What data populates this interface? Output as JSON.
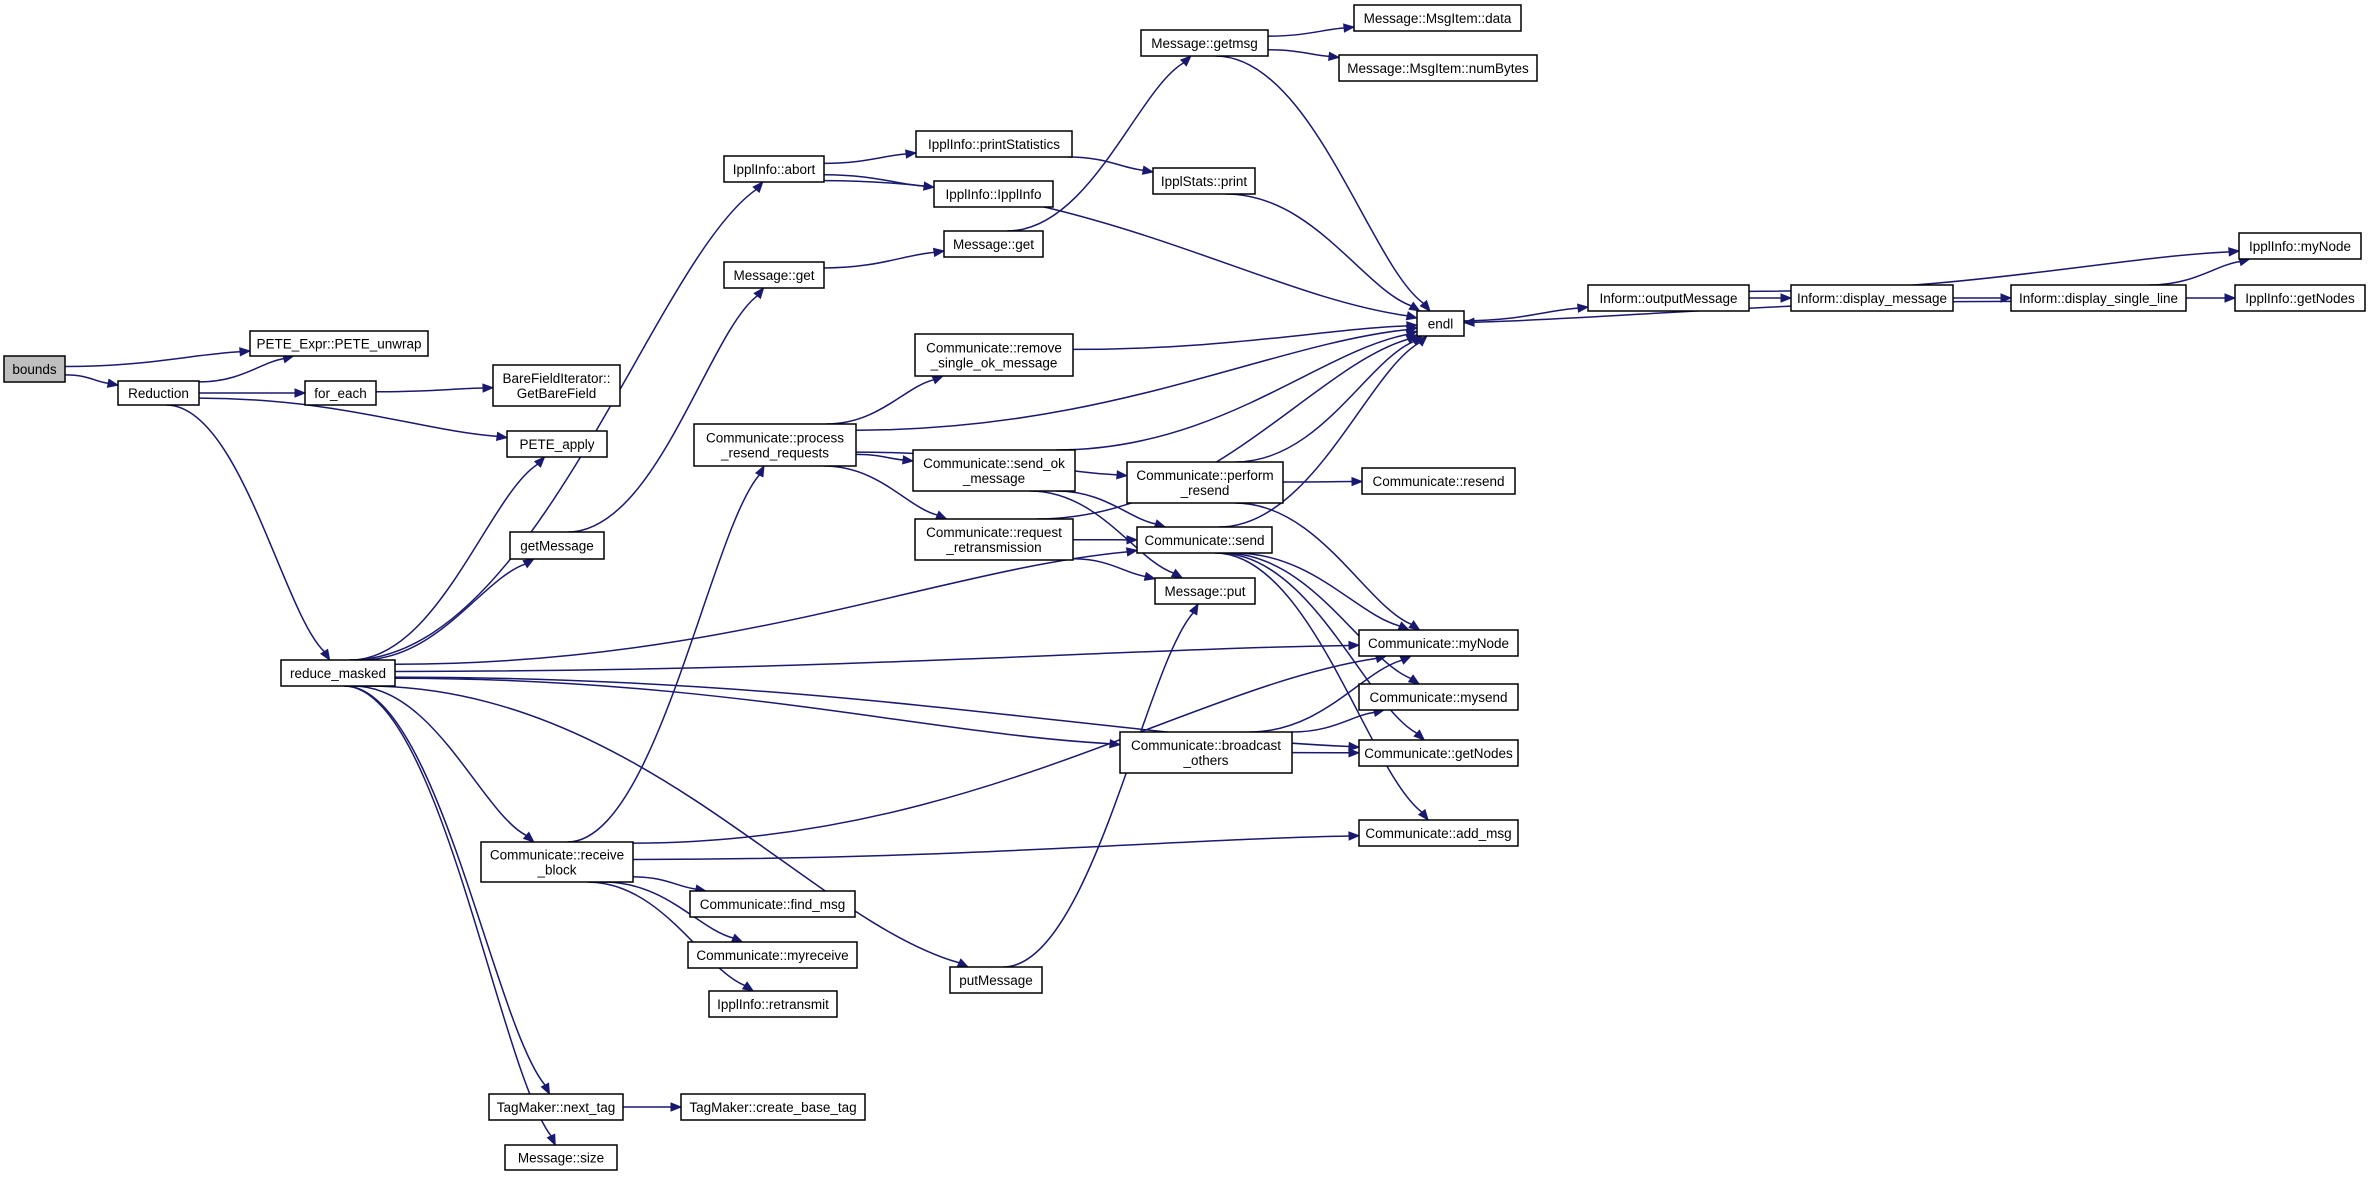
{
  "colors": {
    "edge": "#191970",
    "node_border": "#000000",
    "root_fill": "#bfbfbf",
    "node_fill": "#ffffff"
  },
  "nodes": [
    {
      "id": "bounds",
      "lines": [
        "bounds"
      ],
      "root": true
    },
    {
      "id": "pete_unwrap",
      "lines": [
        "PETE_Expr::PETE_unwrap"
      ]
    },
    {
      "id": "reduction",
      "lines": [
        "Reduction"
      ]
    },
    {
      "id": "for_each",
      "lines": [
        "for_each"
      ]
    },
    {
      "id": "getbarefield",
      "lines": [
        "BareFieldIterator::",
        "GetBareField"
      ]
    },
    {
      "id": "pete_apply",
      "lines": [
        "PETE_apply"
      ]
    },
    {
      "id": "reduce_masked",
      "lines": [
        "reduce_masked"
      ]
    },
    {
      "id": "getmessage",
      "lines": [
        "getMessage"
      ]
    },
    {
      "id": "ippl_abort",
      "lines": [
        "IpplInfo::abort"
      ]
    },
    {
      "id": "message_get",
      "lines": [
        "Message::get"
      ]
    },
    {
      "id": "process_resend",
      "lines": [
        "Communicate::process",
        "_resend_requests"
      ]
    },
    {
      "id": "receive_block",
      "lines": [
        "Communicate::receive",
        "_block"
      ]
    },
    {
      "id": "find_msg",
      "lines": [
        "Communicate::find_msg"
      ]
    },
    {
      "id": "myreceive",
      "lines": [
        "Communicate::myreceive"
      ]
    },
    {
      "id": "retransmit",
      "lines": [
        "IpplInfo::retransmit"
      ]
    },
    {
      "id": "putmessage",
      "lines": [
        "putMessage"
      ]
    },
    {
      "id": "next_tag",
      "lines": [
        "TagMaker::next_tag"
      ]
    },
    {
      "id": "create_base_tag",
      "lines": [
        "TagMaker::create_base_tag"
      ]
    },
    {
      "id": "message_size",
      "lines": [
        "Message::size"
      ]
    },
    {
      "id": "print_statistics",
      "lines": [
        "IpplInfo::printStatistics"
      ]
    },
    {
      "id": "ipplinfo_ctor",
      "lines": [
        "IpplInfo::IpplInfo"
      ]
    },
    {
      "id": "message_get2",
      "lines": [
        "Message::get"
      ]
    },
    {
      "id": "remove_single_ok",
      "lines": [
        "Communicate::remove",
        "_single_ok_message"
      ]
    },
    {
      "id": "send_ok",
      "lines": [
        "Communicate::send_ok",
        "_message"
      ]
    },
    {
      "id": "request_retrans",
      "lines": [
        "Communicate::request",
        "_retransmission"
      ]
    },
    {
      "id": "getmsg",
      "lines": [
        "Message::getmsg"
      ]
    },
    {
      "id": "msgitem_data",
      "lines": [
        "Message::MsgItem::data"
      ]
    },
    {
      "id": "msgitem_numbytes",
      "lines": [
        "Message::MsgItem::numBytes"
      ]
    },
    {
      "id": "ipplstats_print",
      "lines": [
        "IpplStats::print"
      ]
    },
    {
      "id": "perform_resend",
      "lines": [
        "Communicate::perform",
        "_resend"
      ]
    },
    {
      "id": "comm_send",
      "lines": [
        "Communicate::send"
      ]
    },
    {
      "id": "message_put",
      "lines": [
        "Message::put"
      ]
    },
    {
      "id": "broadcast_others",
      "lines": [
        "Communicate::broadcast",
        "_others"
      ]
    },
    {
      "id": "endl",
      "lines": [
        "endl"
      ]
    },
    {
      "id": "comm_resend",
      "lines": [
        "Communicate::resend"
      ]
    },
    {
      "id": "comm_mynode",
      "lines": [
        "Communicate::myNode"
      ]
    },
    {
      "id": "comm_mysend",
      "lines": [
        "Communicate::mysend"
      ]
    },
    {
      "id": "comm_getnodes",
      "lines": [
        "Communicate::getNodes"
      ]
    },
    {
      "id": "comm_add_msg",
      "lines": [
        "Communicate::add_msg"
      ]
    },
    {
      "id": "output_message",
      "lines": [
        "Inform::outputMessage"
      ]
    },
    {
      "id": "display_message",
      "lines": [
        "Inform::display_message"
      ]
    },
    {
      "id": "display_single_line",
      "lines": [
        "Inform::display_single_line"
      ]
    },
    {
      "id": "ippl_mynode",
      "lines": [
        "IpplInfo::myNode"
      ]
    },
    {
      "id": "ippl_getnodes",
      "lines": [
        "IpplInfo::getNodes"
      ]
    }
  ],
  "edges": [
    [
      "bounds",
      "pete_unwrap"
    ],
    [
      "bounds",
      "reduction"
    ],
    [
      "reduction",
      "pete_unwrap"
    ],
    [
      "reduction",
      "for_each"
    ],
    [
      "reduction",
      "pete_apply"
    ],
    [
      "reduction",
      "reduce_masked"
    ],
    [
      "for_each",
      "getbarefield"
    ],
    [
      "reduce_masked",
      "pete_apply"
    ],
    [
      "reduce_masked",
      "getmessage"
    ],
    [
      "reduce_masked",
      "ippl_abort"
    ],
    [
      "reduce_masked",
      "comm_send"
    ],
    [
      "reduce_masked",
      "comm_mynode"
    ],
    [
      "reduce_masked",
      "broadcast_others"
    ],
    [
      "reduce_masked",
      "comm_getnodes"
    ],
    [
      "reduce_masked",
      "receive_block"
    ],
    [
      "reduce_masked",
      "putmessage"
    ],
    [
      "reduce_masked",
      "next_tag"
    ],
    [
      "reduce_masked",
      "message_size"
    ],
    [
      "getmessage",
      "message_get"
    ],
    [
      "ippl_abort",
      "print_statistics"
    ],
    [
      "ippl_abort",
      "ipplinfo_ctor"
    ],
    [
      "ippl_abort",
      "endl"
    ],
    [
      "message_get",
      "message_get2"
    ],
    [
      "message_get2",
      "getmsg"
    ],
    [
      "getmsg",
      "msgitem_data"
    ],
    [
      "getmsg",
      "msgitem_numbytes"
    ],
    [
      "getmsg",
      "endl"
    ],
    [
      "print_statistics",
      "ipplstats_print"
    ],
    [
      "ipplstats_print",
      "endl"
    ],
    [
      "process_resend",
      "endl"
    ],
    [
      "process_resend",
      "remove_single_ok"
    ],
    [
      "process_resend",
      "send_ok"
    ],
    [
      "process_resend",
      "perform_resend"
    ],
    [
      "process_resend",
      "request_retrans"
    ],
    [
      "remove_single_ok",
      "endl"
    ],
    [
      "send_ok",
      "endl"
    ],
    [
      "send_ok",
      "comm_send"
    ],
    [
      "send_ok",
      "message_put"
    ],
    [
      "request_retrans",
      "endl"
    ],
    [
      "request_retrans",
      "comm_send"
    ],
    [
      "request_retrans",
      "message_put"
    ],
    [
      "perform_resend",
      "endl"
    ],
    [
      "perform_resend",
      "comm_resend"
    ],
    [
      "perform_resend",
      "comm_mynode"
    ],
    [
      "comm_send",
      "endl"
    ],
    [
      "comm_send",
      "comm_mynode"
    ],
    [
      "comm_send",
      "comm_mysend"
    ],
    [
      "comm_send",
      "comm_getnodes"
    ],
    [
      "comm_send",
      "comm_add_msg"
    ],
    [
      "broadcast_others",
      "comm_mynode"
    ],
    [
      "broadcast_others",
      "comm_mysend"
    ],
    [
      "broadcast_others",
      "comm_getnodes"
    ],
    [
      "receive_block",
      "process_resend"
    ],
    [
      "receive_block",
      "comm_mynode"
    ],
    [
      "receive_block",
      "comm_add_msg"
    ],
    [
      "receive_block",
      "find_msg"
    ],
    [
      "receive_block",
      "myreceive"
    ],
    [
      "receive_block",
      "retransmit"
    ],
    [
      "putmessage",
      "message_put"
    ],
    [
      "next_tag",
      "create_base_tag"
    ],
    [
      "endl",
      "output_message"
    ],
    [
      "output_message",
      "display_message"
    ],
    [
      "output_message",
      "ippl_mynode"
    ],
    [
      "display_message",
      "display_single_line"
    ],
    [
      "display_single_line",
      "ippl_mynode"
    ],
    [
      "display_single_line",
      "ippl_getnodes"
    ],
    [
      "display_single_line",
      "endl"
    ]
  ]
}
